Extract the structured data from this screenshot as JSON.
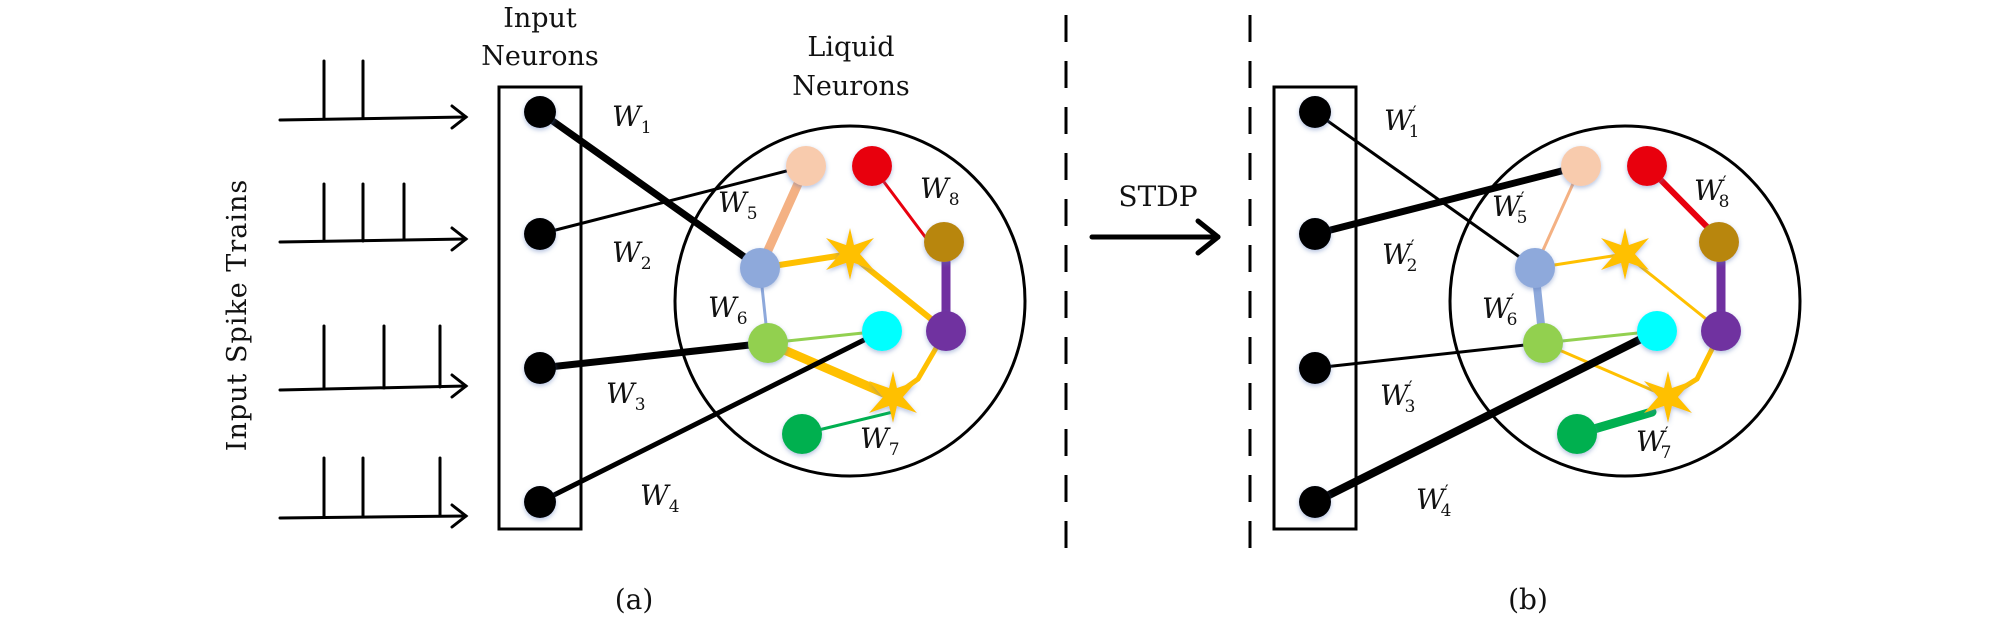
{
  "labels": {
    "input_spike_trains": "Input Spike Trains",
    "input_neurons_line1": "Input",
    "input_neurons_line2": "Neurons",
    "liquid_neurons_line1": "Liquid",
    "liquid_neurons_line2": "Neurons",
    "stdp": "STDP",
    "panel_a": "(a)",
    "panel_b": "(b)"
  },
  "weights_a": {
    "w1": {
      "base": "W",
      "sub": "1"
    },
    "w2": {
      "base": "W",
      "sub": "2"
    },
    "w3": {
      "base": "W",
      "sub": "3"
    },
    "w4": {
      "base": "W",
      "sub": "4"
    },
    "w5": {
      "base": "W",
      "sub": "5"
    },
    "w6": {
      "base": "W",
      "sub": "6"
    },
    "w7": {
      "base": "W",
      "sub": "7"
    },
    "w8": {
      "base": "W",
      "sub": "8"
    }
  },
  "weights_b": {
    "w1": {
      "base": "W",
      "prime": "′",
      "sub": "1"
    },
    "w2": {
      "base": "W",
      "prime": "′",
      "sub": "2"
    },
    "w3": {
      "base": "W",
      "prime": "′",
      "sub": "3"
    },
    "w4": {
      "base": "W",
      "prime": "′",
      "sub": "4"
    },
    "w5": {
      "base": "W",
      "prime": "′",
      "sub": "5"
    },
    "w6": {
      "base": "W",
      "prime": "′",
      "sub": "6"
    },
    "w7": {
      "base": "W",
      "prime": "′",
      "sub": "7"
    },
    "w8": {
      "base": "W",
      "prime": "′",
      "sub": "8"
    }
  },
  "colors": {
    "peach": "#F5C6A5",
    "red": "#E8000E",
    "brown": "#B8860B",
    "blue": "#8EA9DB",
    "star": "#FFC000",
    "purple": "#7030A0",
    "lightgreen": "#92D050",
    "cyan": "#00FFFF",
    "green": "#00B050"
  }
}
